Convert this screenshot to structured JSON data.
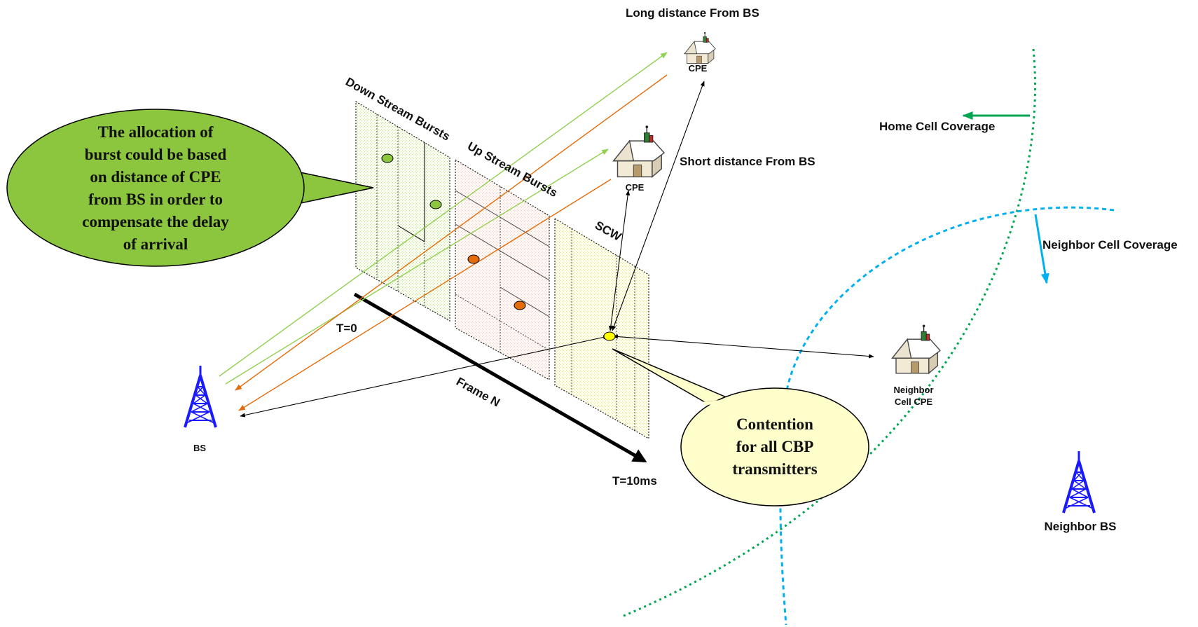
{
  "labels": {
    "long_distance": "Long distance From BS",
    "short_distance": "Short distance From BS",
    "cpe_far": "CPE",
    "cpe_near": "CPE",
    "neighbor_cpe_line1": "Neighbor",
    "neighbor_cpe_line2": "Cell CPE",
    "home_cell": "Home Cell Coverage",
    "neighbor_cell": "Neighbor Cell Coverage",
    "bs": "BS",
    "neighbor_bs": "Neighbor BS",
    "down_stream": "Down Stream Bursts",
    "up_stream": "Up Stream Bursts",
    "scw": "SCW",
    "t0": "T=0",
    "t10": "T=10ms",
    "frame": "Frame N"
  },
  "callout_green": {
    "lines": [
      "The allocation of",
      "burst could be based",
      "on distance of CPE",
      "from BS  in order to",
      "compensate the delay",
      "of arrival"
    ]
  },
  "callout_yellow": {
    "lines": [
      "Contention",
      "for all CBP",
      "transmitters"
    ]
  },
  "colors": {
    "tower_blue": "#1a1aff",
    "green_line": "#92d050",
    "orange_line": "#e46c0a",
    "home_cell_green": "#00a651",
    "neighbor_cell_blue": "#00b0f0",
    "callout_green_fill": "#8cc63f",
    "callout_yellow_fill": "#ffffcc",
    "green_dot": "#8cc63f",
    "orange_dot": "#e46c0a",
    "yellow_dot": "#ffff00"
  }
}
